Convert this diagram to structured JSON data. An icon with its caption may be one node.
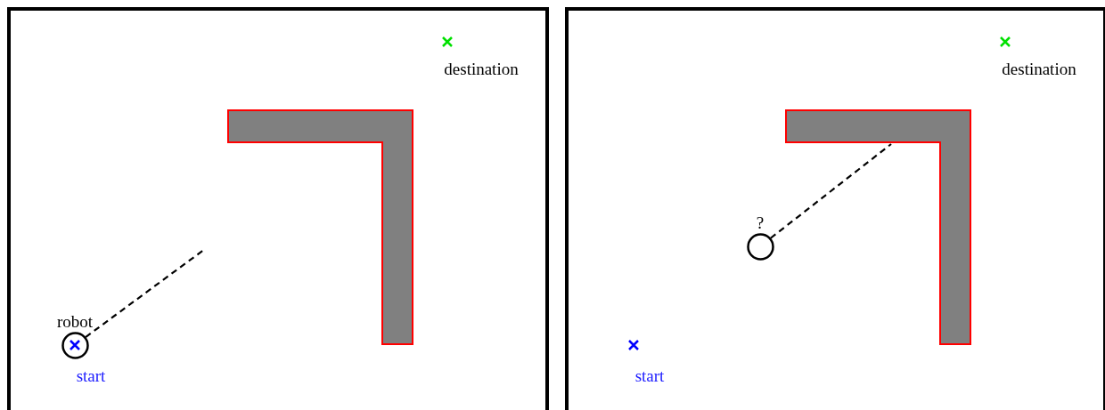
{
  "diagram": {
    "nodes": [
      {
        "text": [],
        "shape": "box"
      },
      {
        "text": [],
        "shape": "polygon",
        "in": 0
      },
      {
        "text": [
          "robot"
        ],
        "in": 0
      },
      {
        "text": [],
        "shape": "box"
      },
      {
        "text": [],
        "shape": "polygon",
        "in": 3
      },
      {
        "text": [
          "?"
        ],
        "in": 3
      }
    ],
    "edges": [
      {
        "from": 2,
        "to": null,
        "arrow": "none",
        "style": "dashed"
      },
      {
        "from": 5,
        "to": 4,
        "arrow": "none",
        "style": "dashed"
      }
    ],
    "labels": [
      "destination",
      "start",
      "destination",
      "start"
    ]
  }
}
